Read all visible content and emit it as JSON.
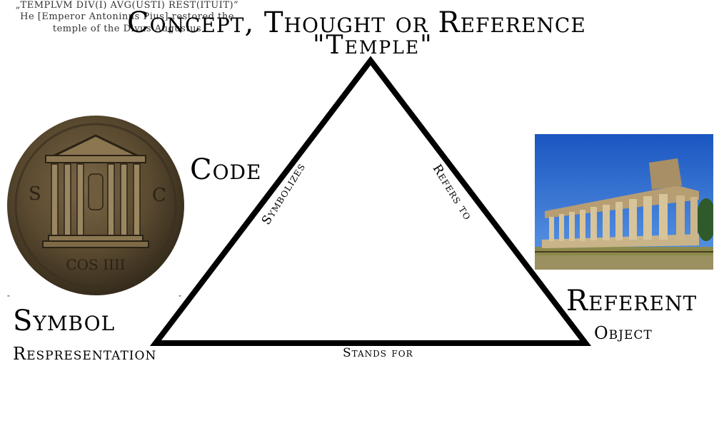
{
  "title": "Concept, Thought or Reference",
  "subtitle": "\"Temple\"",
  "inscription": {
    "latin": "„TEMPLVM DIV(I) AVG(USTI) REST(ITUIT)“",
    "translation_line1": "He [Emperor Antoninus Pius] restored the",
    "translation_line2": "temple of the Divus Augustus"
  },
  "nodes": {
    "code": "Code",
    "symbol": "Symbol",
    "representation": "Respresentation",
    "referent": "Referent",
    "object": "Object"
  },
  "edges": {
    "symbolizes": "Symbolizes",
    "refers_to": "Refers to",
    "stands_for": "Stands for"
  },
  "coin": {
    "left_letter": "S",
    "right_letter": "C",
    "bottom_legend": "COS IIII"
  },
  "colors": {
    "triangle": "#000000",
    "coin_bronze": "#5a4a30",
    "sky": "#1e63c8"
  }
}
